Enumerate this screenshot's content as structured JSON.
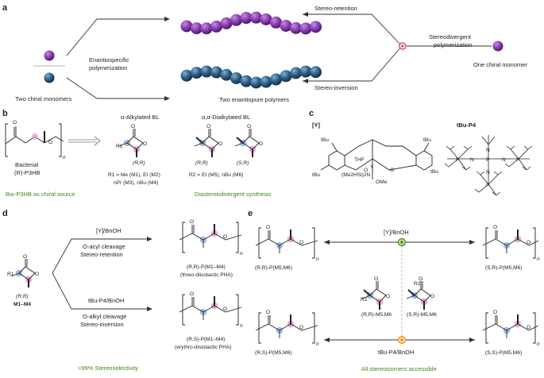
{
  "panel_a": {
    "label": "a",
    "left_caption": "Two chiral monomers",
    "left_arrow": "Enantiospecific polymerization",
    "center_caption": "Two enantiopure polymers",
    "right_top": "Stereo-retention",
    "right_bottom": "Stereo-inversion",
    "right_center": "Stereodivergent polymerization",
    "right_caption": "One chiral monomer",
    "colors": {
      "purple": "#8a3fb0",
      "blue": "#2f5f86",
      "accent": "#c7367a"
    }
  },
  "panel_b": {
    "label": "b",
    "bacterial": "Bacterial",
    "p3hb": "(R)-P3HB",
    "source": "Bio-P3HB as chiral source",
    "alkyl_head": "α-Alkylated BL",
    "alkyl_config": "(R,R)",
    "alkyl_r1": "R1",
    "alkyl_line1": "R1 = Me (M1), Et (M2)",
    "alkyl_line2": "nPr (M3), nBu (M4)",
    "dialkyl_head": "α,α-Dialkylated BL",
    "dialkyl_config_a": "(R,R)",
    "dialkyl_config_b": "(S,R)",
    "dialkyl_r2": "R2",
    "dialkyl_line": "R2 = Et (M5), nBu (M6)",
    "diastereo": "Diastereodivergent synthesis"
  },
  "panel_c": {
    "label": "c",
    "y_label": "[Y]",
    "tbu": "tBu",
    "thf": "THF",
    "y": "Y",
    "ome": "OMe",
    "n_group": "(Me2HSi)2N",
    "o": "O",
    "p4_label": "tBu-P4",
    "p": "P",
    "n": "N"
  },
  "panel_d": {
    "label": "d",
    "config": "(R,R)",
    "monomers": "M1–M4",
    "r1": "R1",
    "cat_top": "[Y]/BnOH",
    "cleave_top": "O-acyl cleavage",
    "stereo_top": "Stereo-retention",
    "cat_bottom": "tBu-P4/BnOH",
    "cleave_bottom": "O-alkyl cleavage",
    "stereo_bottom": "Stereo-inversion",
    "prod_top": "(R,R)-P(M1–M4)",
    "prod_top_sub": "(threo-diisotactic PHA)",
    "prod_bottom": "(R,S)-P(M1–M4)",
    "prod_bottom_sub": "(erythro-disiotactic PHA)",
    "selectivity": ">99% Stereoselectivity"
  },
  "panel_e": {
    "label": "e",
    "cat_top": "[Y]/BnOH",
    "cat_bottom": "tBu-P4/BnOH",
    "tl": "(R,R)-P(M5,M6)",
    "tr": "(S,R)-P(M5,M6)",
    "bl": "(R,S)-P(M5,M6)",
    "br": "(S,S)-P(M5,M6)",
    "mono_a": "(R,R)-M5,M6",
    "mono_b": "(S,R)-M5,M6",
    "r2": "R2",
    "footer": "All stereoisomers accessible"
  }
}
